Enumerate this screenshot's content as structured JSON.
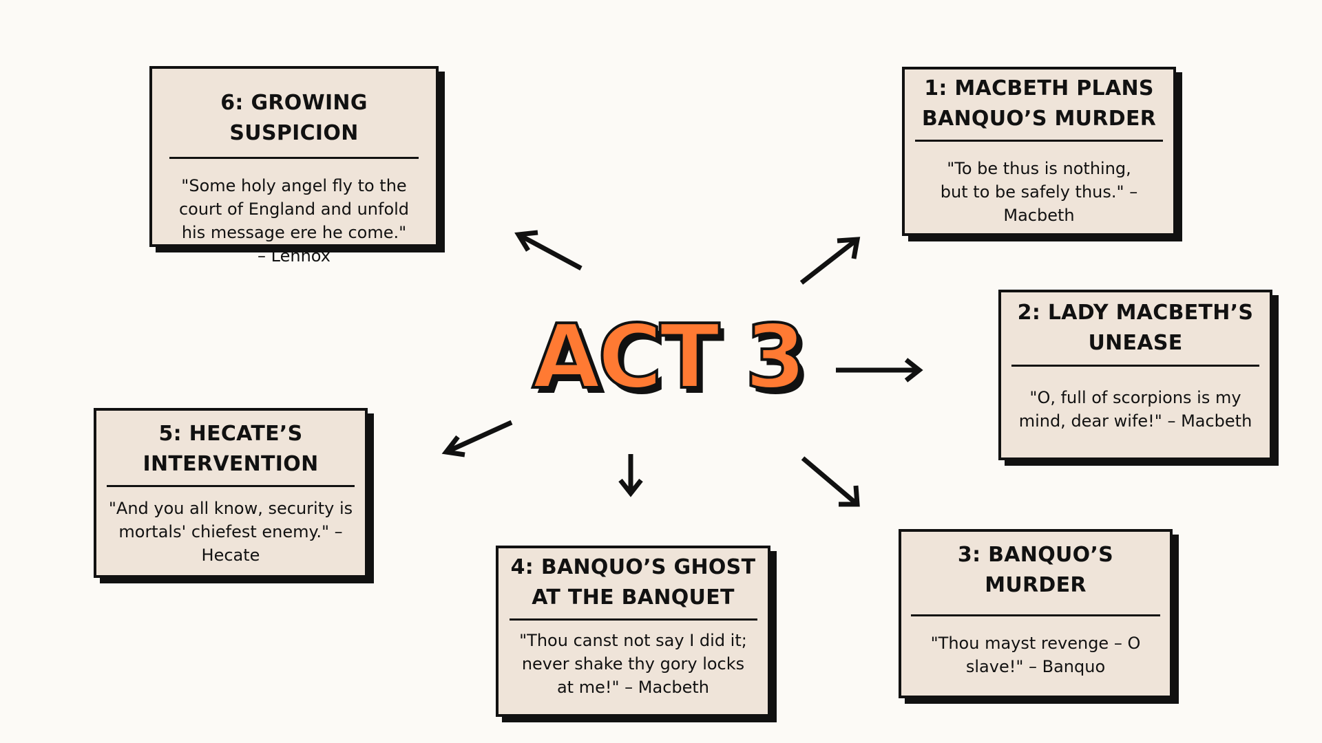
{
  "diagram": {
    "center_title": "ACT 3",
    "accent_color": "#ff7a33",
    "card_background": "#efe4d9",
    "ink_color": "#111111",
    "nodes": [
      {
        "id": "1",
        "title": "1: MACBETH PLANS BANQUO’S MURDER",
        "quote": "\"To be thus is nothing, but to be safely thus.\" – Macbeth"
      },
      {
        "id": "2",
        "title": "2: LADY MACBETH’S UNEASE",
        "quote": "\"O, full of scorpions is my mind, dear wife!\" – Macbeth"
      },
      {
        "id": "3",
        "title": "3: BANQUO’S MURDER",
        "quote": "\"Thou mayst revenge – O slave!\" – Banquo"
      },
      {
        "id": "4",
        "title": "4: BANQUO’S GHOST AT THE BANQUET",
        "quote": "\"Thou canst not say I did it; never shake thy gory locks at me!\" – Macbeth"
      },
      {
        "id": "5",
        "title": "5: HECATE’S INTERVENTION",
        "quote": "\"And you all know, security is mortals' chiefest enemy.\" – Hecate"
      },
      {
        "id": "6",
        "title": "6: GROWING SUSPICION",
        "quote": "\"Some holy angel fly to the court of England and unfold his message ere he come.\" – Lennox"
      }
    ]
  }
}
